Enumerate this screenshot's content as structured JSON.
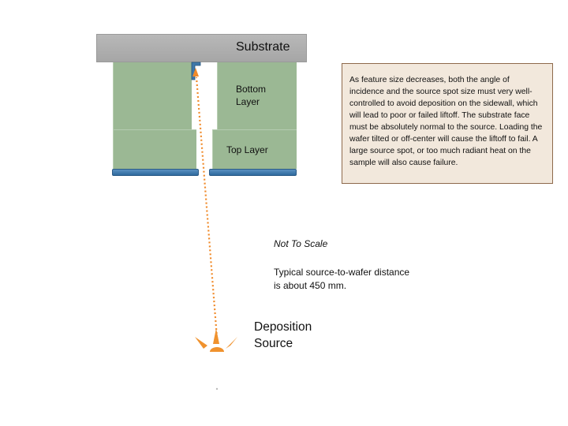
{
  "substrate": {
    "label": "Substrate"
  },
  "layers": {
    "bottom_label": "Bottom Layer",
    "top_label": "Top Layer"
  },
  "note": {
    "text": "As feature size decreases, both the angle of incidence and the source spot size must very well-controlled to avoid deposition on the sidewall, which will lead to poor or failed liftoff.  The substrate face must be absolutely normal to the source.  Loading the wafer tilted or off-center will cause the liftoff to fail.  A large source spot, or too much radiant heat on the sample will also cause failure."
  },
  "scale_note": {
    "title": "Not To Scale",
    "distance": "Typical source-to-wafer distance is about 450 mm."
  },
  "source": {
    "label": "Deposition Source"
  },
  "colors": {
    "substrate": "#a9a9a9",
    "layer_green": "#9bb894",
    "resist_blue": "#3f78aa",
    "ray_orange": "#f08a2a",
    "note_fill": "#f2e8dc",
    "note_border": "#8e6a4c"
  },
  "icons": {
    "source": "sunburst-icon",
    "arrow": "arrowhead-icon"
  }
}
